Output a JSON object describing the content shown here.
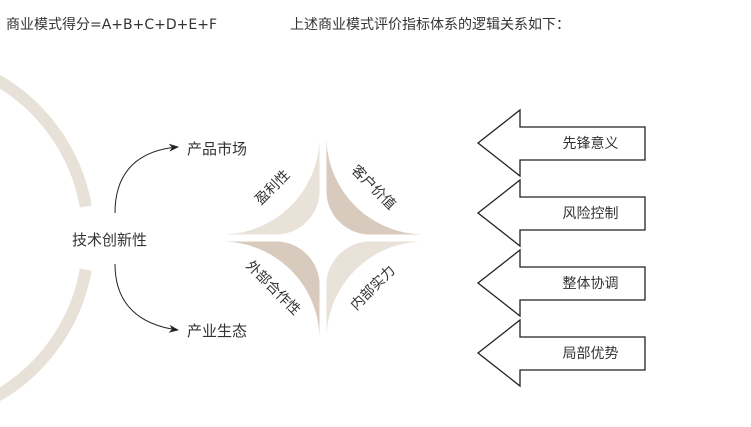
{
  "header": {
    "formula": "商业模式得分=A+B+C+D+E+F",
    "description": "上述商业模式评价指标体系的逻辑关系如下："
  },
  "left": {
    "center_label": "技术创新性",
    "top_label": "产品市场",
    "bottom_label": "产业生态"
  },
  "donut": {
    "segments": [
      "盈利性",
      "客户价值",
      "外部合作性",
      "内部实力"
    ]
  },
  "arrows": [
    "先锋意义",
    "风险控制",
    "整体协调",
    "局部优势"
  ],
  "colors": {
    "ring": "#e8e1d7",
    "light": "#e9e2d8",
    "dark": "#d8cbbd"
  }
}
